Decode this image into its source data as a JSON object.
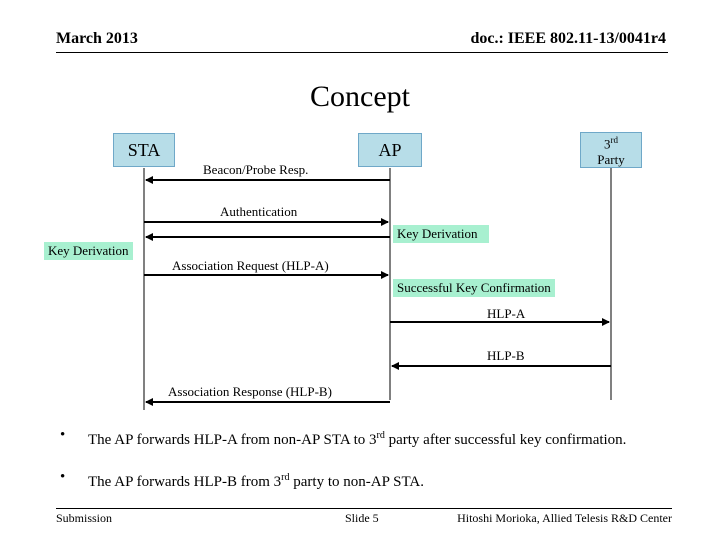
{
  "header": {
    "date": "March 2013",
    "doc_id": "doc.: IEEE 802.11-13/0041r4"
  },
  "title": "Concept",
  "entities": {
    "sta": "STA",
    "ap": "AP",
    "party_ordinal": "3",
    "party_suffix": "rd",
    "party_word": "Party"
  },
  "messages": {
    "beacon": "Beacon/Probe Resp.",
    "auth": "Authentication",
    "assoc_req": "Association Request (HLP-A)",
    "hlp_a": "HLP-A",
    "hlp_b": "HLP-B",
    "assoc_resp": "Association Response (HLP-B)"
  },
  "notes": {
    "key_deriv_sta": "Key Derivation",
    "key_deriv_ap": "Key Derivation",
    "key_confirm": "Successful Key Confirmation"
  },
  "bullets": {
    "b1_pre": "The AP forwards HLP-A from non-AP STA to 3",
    "b1_sup": "rd",
    "b1_post": " party after successful key confirmation.",
    "b2_pre": "The AP forwards HLP-B from 3",
    "b2_sup": "rd",
    "b2_post": " party to non-AP STA."
  },
  "footer": {
    "left": "Submission",
    "center": "Slide 5",
    "right": "Hitoshi Morioka, Allied Telesis R&D Center"
  },
  "colors": {
    "entity_fill": "#b7dde8",
    "note_fill": "#a8f0d0"
  }
}
